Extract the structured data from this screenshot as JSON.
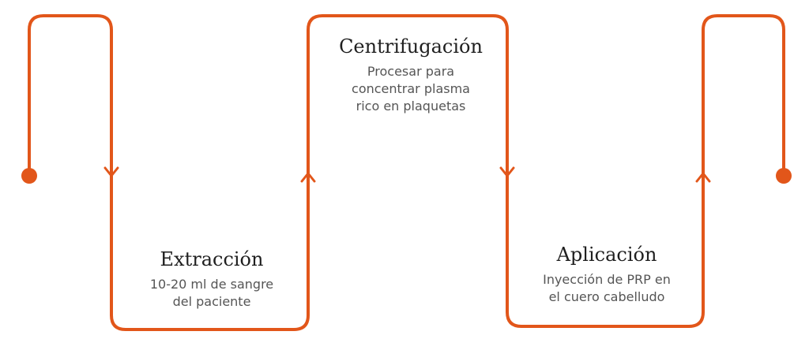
{
  "colors": {
    "accent": "#E2561A",
    "title": "#1f1f1f",
    "description": "#555555",
    "background": "#ffffff"
  },
  "steps": [
    {
      "title": "Extracción",
      "description_lines": [
        "10-20 ml de sangre",
        "del paciente"
      ]
    },
    {
      "title": "Centrifugación",
      "description_lines": [
        "Procesar para",
        "concentrar plasma",
        "rico en plaquetas"
      ]
    },
    {
      "title": "Aplicación",
      "description_lines": [
        "Inyección de PRP en",
        "el cuero cabelludo"
      ]
    }
  ]
}
